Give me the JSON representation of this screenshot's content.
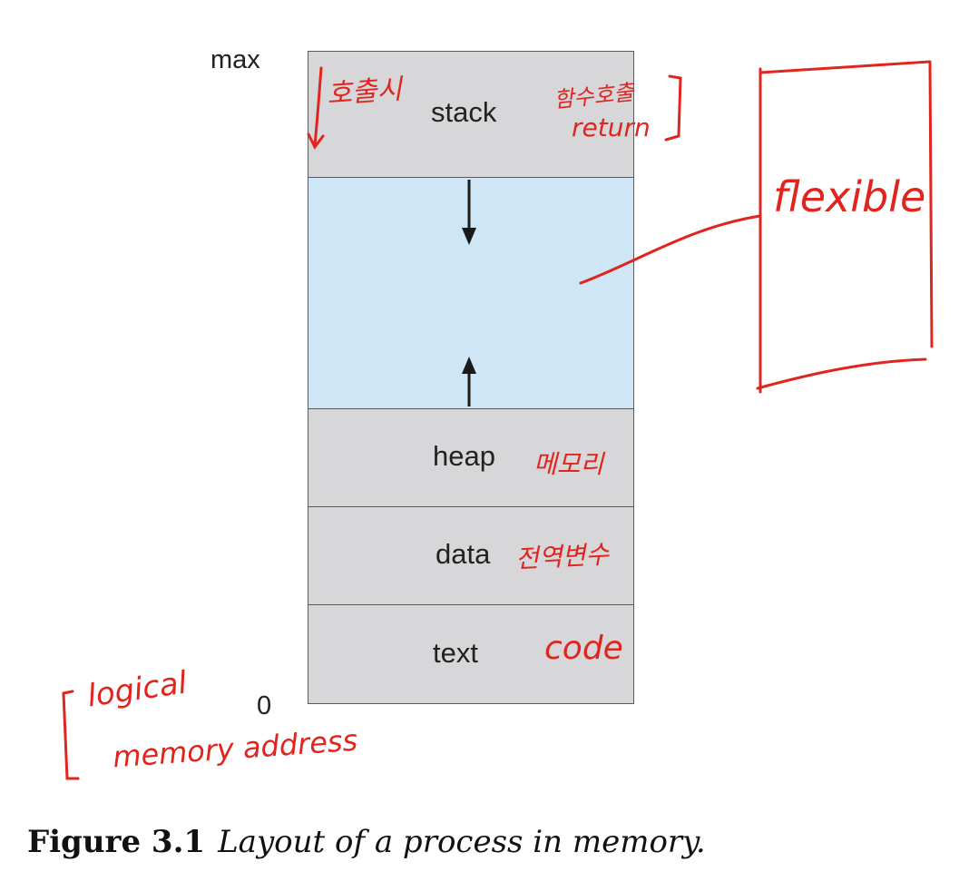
{
  "diagram": {
    "address_top": "max",
    "address_bottom": "0",
    "segments": {
      "stack": "stack",
      "heap": "heap",
      "data": "data",
      "text": "text"
    }
  },
  "annotations": {
    "stack_left": "호출시",
    "stack_right_line1": "함수호출",
    "stack_right_line2": "return",
    "heap": "메모리",
    "data": "전역변수",
    "text": "code",
    "gap_box": "flexible",
    "address_note_line1": "logical",
    "address_note_line2": "memory address"
  },
  "caption": {
    "number": "Figure 3.1",
    "text": "Layout of a process in memory."
  },
  "colors": {
    "segment_fill": "#d7d7d9",
    "gap_fill": "#cfe6f6",
    "annotation": "#e0251f"
  }
}
